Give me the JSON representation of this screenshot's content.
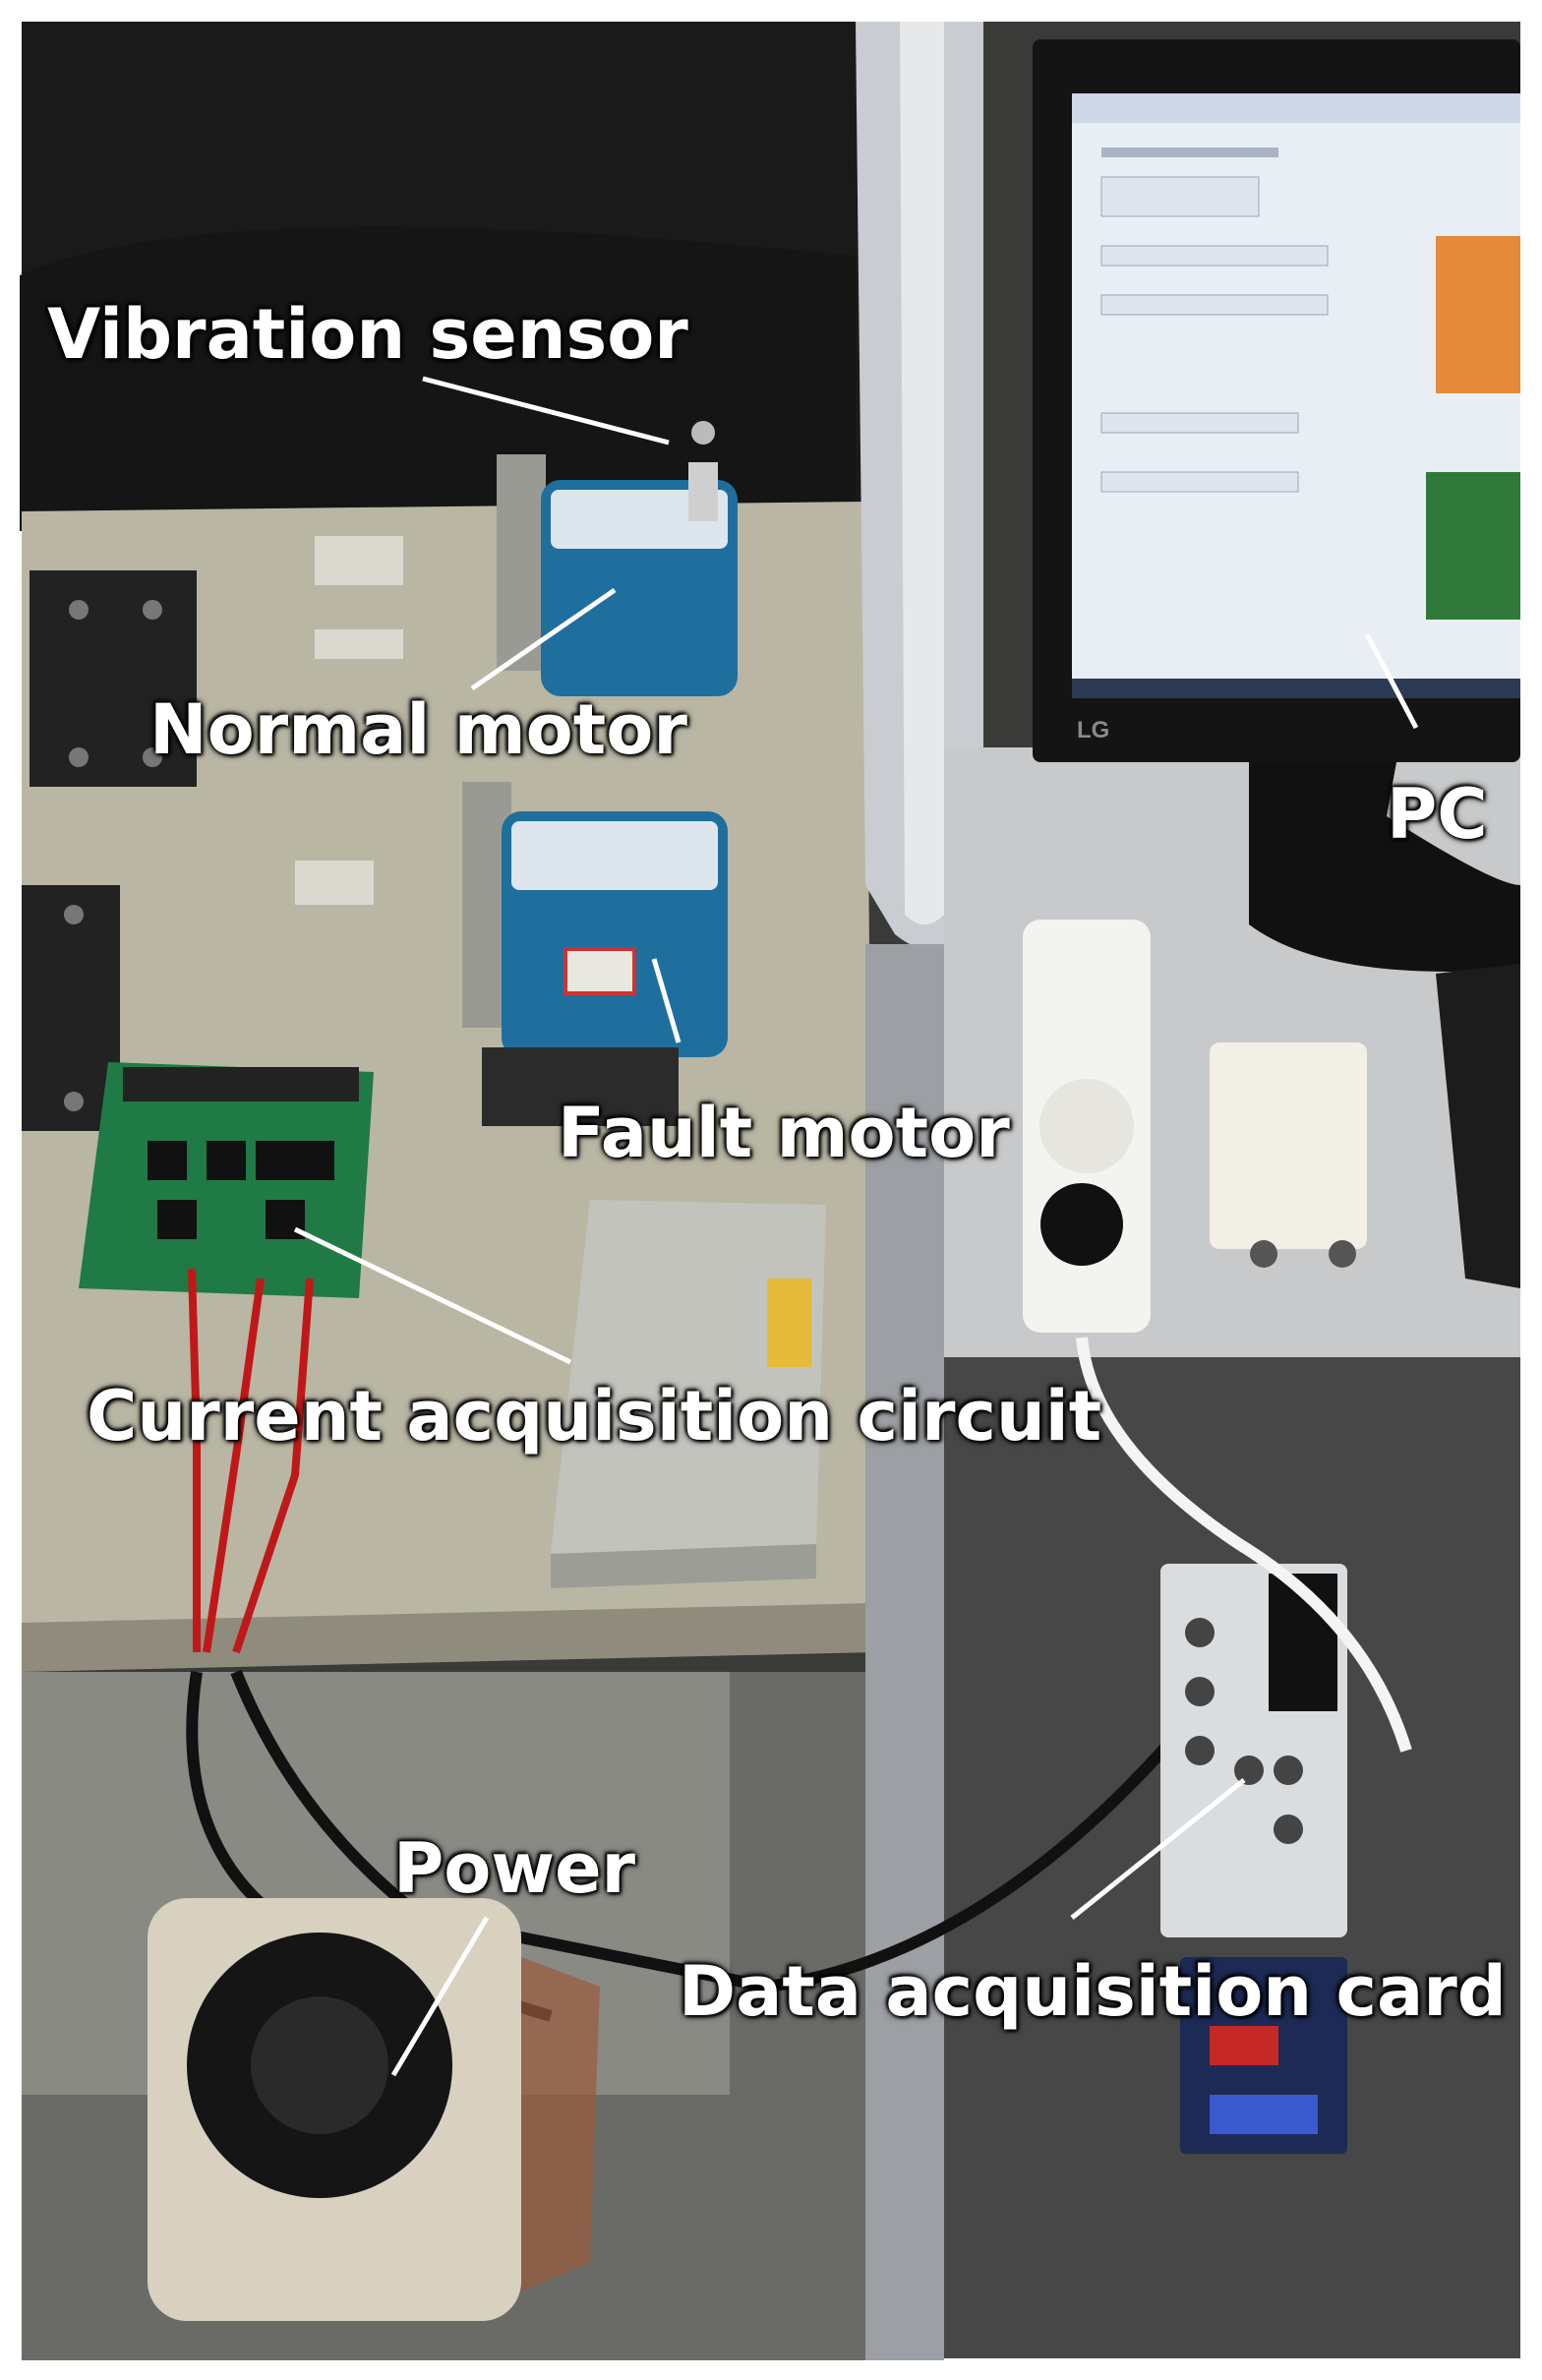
{
  "labels": {
    "vibration_sensor": "Vibration sensor",
    "normal_motor": "Normal motor",
    "fault_motor": "Fault motor",
    "current_acquisition_circuit": "Current acquisition circuit",
    "power": "Power",
    "data_acquisition_card": "Data acquisition card",
    "pc": "PC"
  },
  "monitor_brand": "LG",
  "colors": {
    "label_text": "#ffffff",
    "motor_body": "#1f6f9e",
    "pcb_green": "#1f7a45",
    "table_surface": "#b9b6a4",
    "screen_bg": "#e9eef5"
  }
}
